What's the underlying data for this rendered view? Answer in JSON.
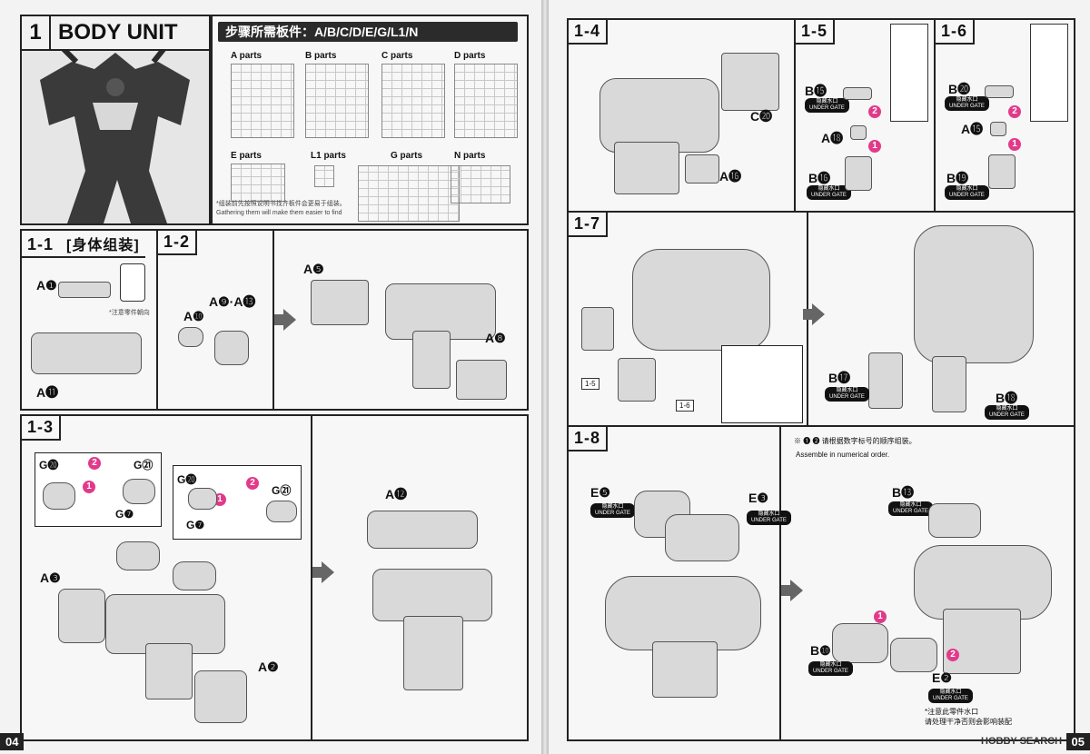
{
  "header": {
    "step_number": "1",
    "title": "BODY UNIT",
    "parts_needed": "步骤所需板件：A/B/C/D/E/G/L1/N"
  },
  "parts": [
    {
      "label": "A parts"
    },
    {
      "label": "B parts"
    },
    {
      "label": "C parts"
    },
    {
      "label": "D parts"
    },
    {
      "label": "E parts"
    },
    {
      "label": "L1 parts"
    },
    {
      "label": "G parts"
    },
    {
      "label": "N parts"
    }
  ],
  "gather_note_cn": "*组装前先按照说明书找齐板件会更易于组装。",
  "gather_note_en": "Gathering them will make them easier to find",
  "step_1_1": {
    "tag": "1-1",
    "subtitle": "[身体组装]",
    "label_a1": "A❶",
    "label_a11": "A⓫",
    "orientation_note": "*注意零件朝向"
  },
  "step_1_2": {
    "tag": "1-2",
    "label_a10": "A❿",
    "label_a9_13": "A❾·A⓭",
    "label_a5": "A❺",
    "label_a8": "A❽"
  },
  "step_1_3": {
    "tag": "1-3",
    "label_g20": "G⓴",
    "label_g21": "G㉑",
    "label_g7": "G❼",
    "label_a3": "A❸",
    "label_a2": "A❷",
    "label_a12": "A⓬",
    "label_g20b": "G⓴",
    "label_g21b": "G㉑",
    "label_g7b": "G❼"
  },
  "step_1_4": {
    "tag": "1-4",
    "label_c20": "C⓴",
    "label_a16": "A⓰"
  },
  "step_1_5": {
    "tag": "1-5",
    "label_b15": "B⓯",
    "label_a18": "A⓲",
    "label_b16": "B⓰"
  },
  "step_1_6": {
    "tag": "1-6",
    "label_b20": "B⓴",
    "label_a15": "A⓯",
    "label_b19": "B⓳"
  },
  "step_1_7": {
    "tag": "1-7",
    "ref_1_5": "1-5",
    "ref_1_6": "1-6",
    "label_b17": "B⓱",
    "label_b18": "B⓲"
  },
  "step_1_8": {
    "tag": "1-8",
    "order_note_cn": "※ ❶ ❷ 请根据数字标号的顺序组装。",
    "order_note_en": "Assemble in numerical order.",
    "label_e5": "E❺",
    "label_e3": "E❸",
    "label_b13": "B⓭",
    "label_b10": "B❿",
    "label_e2": "E❷",
    "gate_note": "*注意此零件水口\n请处理干净否则会影响装配"
  },
  "under_gate": {
    "cn": "隐藏水口",
    "en": "UNDER GATE"
  },
  "page_numbers": {
    "left": "04",
    "right": "05"
  },
  "watermark": "HOBBY SEARCH",
  "colors": {
    "accent": "#e23a8a",
    "frame": "#222222"
  }
}
